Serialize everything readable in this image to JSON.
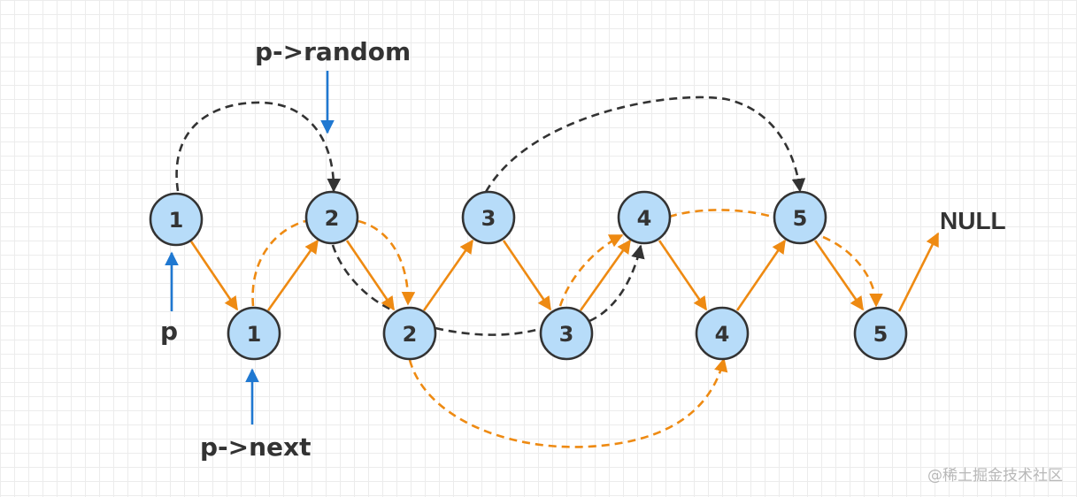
{
  "colors": {
    "node_fill": "#b7dcf9",
    "node_stroke": "#333333",
    "next_arrow": "#ee8a12",
    "random_arrow": "#333333",
    "pointer_arrow": "#1f78d1"
  },
  "labels": {
    "p": "p",
    "p_random": "p->random",
    "p_next": "p->next",
    "null": "NULL"
  },
  "nodes": [
    {
      "id": "o1",
      "label": "1"
    },
    {
      "id": "c1",
      "label": "1"
    },
    {
      "id": "o2",
      "label": "2"
    },
    {
      "id": "c2",
      "label": "2"
    },
    {
      "id": "o3",
      "label": "3"
    },
    {
      "id": "c3",
      "label": "3"
    },
    {
      "id": "o4",
      "label": "4"
    },
    {
      "id": "c4",
      "label": "4"
    },
    {
      "id": "o5",
      "label": "5"
    },
    {
      "id": "c5",
      "label": "5"
    }
  ],
  "next_edges": [
    {
      "from": "o1",
      "to": "c1"
    },
    {
      "from": "c1",
      "to": "o2"
    },
    {
      "from": "o2",
      "to": "c2"
    },
    {
      "from": "c2",
      "to": "o3"
    },
    {
      "from": "o3",
      "to": "c3"
    },
    {
      "from": "c3",
      "to": "o4"
    },
    {
      "from": "o4",
      "to": "c4"
    },
    {
      "from": "c4",
      "to": "o5"
    },
    {
      "from": "o5",
      "to": "c5"
    },
    {
      "from": "c5",
      "to": "null"
    }
  ],
  "random_edges_original": [
    {
      "from": "o1",
      "to": "o2"
    },
    {
      "from": "o3",
      "to": "o5"
    },
    {
      "from": "o2",
      "to": "c2"
    },
    {
      "from": "c2",
      "to": "c3"
    },
    {
      "from": "c3",
      "to": "o4"
    }
  ],
  "random_edges_copy": [
    {
      "from": "c1",
      "to": "o2"
    },
    {
      "from": "o2",
      "to": "c2"
    },
    {
      "from": "c3",
      "to": "o4"
    },
    {
      "from": "o4",
      "to": "o5"
    },
    {
      "from": "o5",
      "to": "c5"
    },
    {
      "from": "c2",
      "to": "c4"
    }
  ],
  "watermark": "@稀土掘金技术社区"
}
